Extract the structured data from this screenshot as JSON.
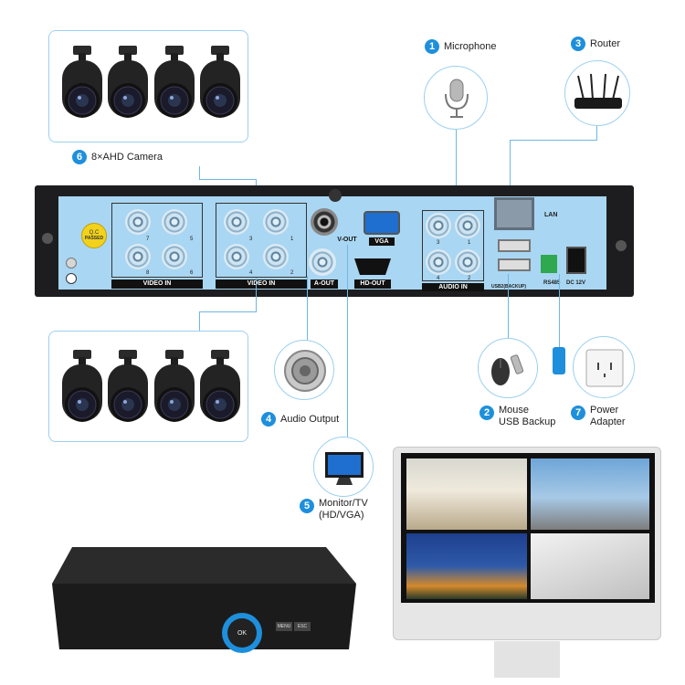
{
  "items": [
    {
      "num": "1",
      "label": "Microphone"
    },
    {
      "num": "3",
      "label": "Router"
    },
    {
      "num": "6",
      "label": "8×AHD Camera"
    },
    {
      "num": "4",
      "label": "Audio Output"
    },
    {
      "num": "2",
      "label": "Mouse",
      "label2": "USB Backup"
    },
    {
      "num": "7",
      "label": "Power",
      "label2": "Adapter"
    },
    {
      "num": "5",
      "label": "Monitor/TV",
      "label2": "(HD/VGA)"
    }
  ],
  "panel": {
    "video_in_a": "VIDEO IN",
    "video_in_b": "VIDEO IN",
    "v_out": "V-OUT",
    "vga": "VGA",
    "a_out": "A-OUT",
    "hd_out": "HD-OUT",
    "audio_in": "AUDIO IN",
    "lan": "LAN",
    "usb": "USB2(BACKUP)",
    "rs485": "RS485",
    "dc": "DC 12V",
    "passed": "PASSED",
    "qc": "Q.C"
  },
  "bnc_left": [
    "7",
    "5",
    "8",
    "6"
  ],
  "bnc_right": [
    "3",
    "1",
    "4",
    "2"
  ],
  "audio_nums": [
    "3",
    "1",
    "4",
    "2"
  ],
  "dvr_buttons": [
    "MENU",
    "ESC"
  ],
  "ok_label": "OK",
  "colors": {
    "accent": "#1e8fdc",
    "panel": "#a9d6f2",
    "chassis": "#1d1d1f"
  }
}
